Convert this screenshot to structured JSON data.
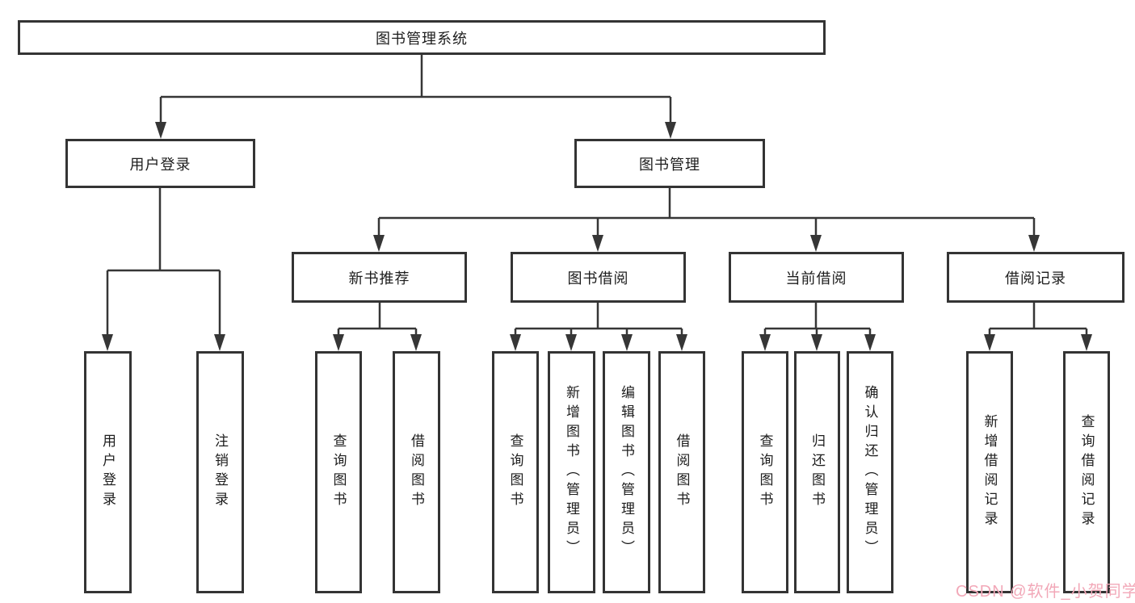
{
  "diagram": {
    "root": "图书管理系统",
    "level2": [
      "用户登录",
      "图书管理"
    ],
    "level3": [
      "新书推荐",
      "图书借阅",
      "当前借阅",
      "借阅记录"
    ],
    "leaves_user_login": [
      "用户登录",
      "注销登录"
    ],
    "leaves_new_book": [
      "查询图书",
      "借阅图书"
    ],
    "leaves_book_borrow": [
      "查询图书",
      "新增图书（管理员）",
      "编辑图书（管理员）",
      "借阅图书"
    ],
    "leaves_current_borrow": [
      "查询图书",
      "归还图书",
      "确认归还（管理员）"
    ],
    "leaves_borrow_records": [
      "新增借阅记录",
      "查询借阅记录"
    ]
  },
  "watermark": {
    "text": "CSDN @软件_小贺同学",
    "color": "#f2a8b8"
  },
  "colors": {
    "line": "#363636",
    "box_border": "#343434",
    "background": "#ffffff",
    "text": "#1d1d1d"
  }
}
